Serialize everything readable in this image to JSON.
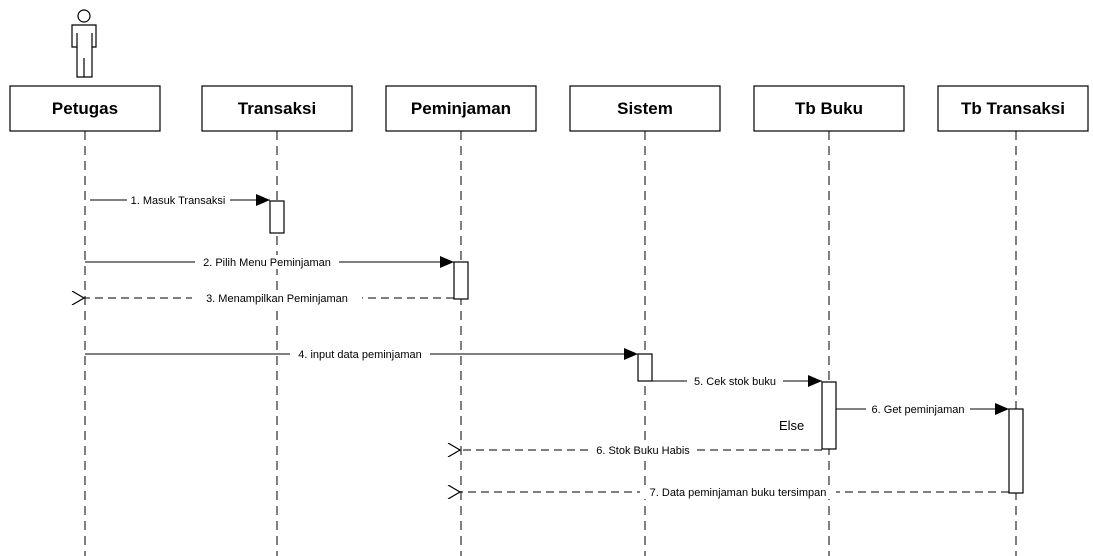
{
  "lifelines": [
    {
      "key": "petugas",
      "label": "Petugas",
      "actor": true
    },
    {
      "key": "transaksi",
      "label": "Transaksi",
      "actor": false
    },
    {
      "key": "peminjaman",
      "label": "Peminjaman",
      "actor": false
    },
    {
      "key": "sistem",
      "label": "Sistem",
      "actor": false
    },
    {
      "key": "tb-buku",
      "label": "Tb Buku",
      "actor": false
    },
    {
      "key": "tb-transaksi",
      "label": "Tb Transaksi",
      "actor": false
    }
  ],
  "messages": [
    {
      "key": "masuk-transaksi",
      "label": "1. Masuk Transaksi",
      "from": "Petugas",
      "to": "Transaksi",
      "kind": "sync"
    },
    {
      "key": "pilih-menu-peminjaman",
      "label": "2. Pilih Menu Peminjaman",
      "from": "Petugas",
      "to": "Peminjaman",
      "kind": "sync"
    },
    {
      "key": "menampilkan-peminjaman",
      "label": "3. Menampilkan Peminjaman",
      "from": "Peminjaman",
      "to": "Petugas",
      "kind": "return"
    },
    {
      "key": "input-data-peminjaman",
      "label": "4. input data peminjaman",
      "from": "Petugas",
      "to": "Sistem",
      "kind": "sync"
    },
    {
      "key": "cek-stok-buku",
      "label": "5. Cek stok buku",
      "from": "Sistem",
      "to": "Tb Buku",
      "kind": "sync"
    },
    {
      "key": "get-peminjaman",
      "label": "6. Get peminjaman",
      "from": "Tb Buku",
      "to": "Tb Transaksi",
      "kind": "sync"
    },
    {
      "key": "stok-buku-habis",
      "label": "6. Stok Buku Habis",
      "from": "Tb Buku",
      "to": "Peminjaman",
      "kind": "return"
    },
    {
      "key": "data-peminjaman-tersimpan",
      "label": "7. Data peminjaman buku tersimpan",
      "from": "Tb Transaksi",
      "to": "Peminjaman",
      "kind": "return"
    }
  ],
  "guard": {
    "label": "Else"
  }
}
